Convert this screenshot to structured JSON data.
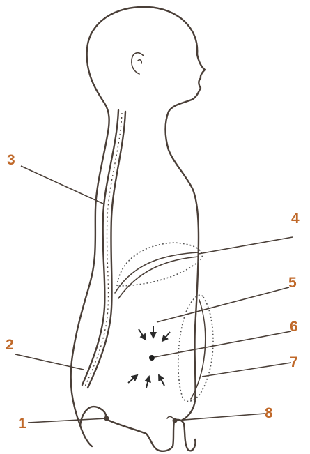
{
  "labels": {
    "l1": "1",
    "l2": "2",
    "l3": "3",
    "l4": "4",
    "l5": "5",
    "l6": "6",
    "l7": "7",
    "l8": "8"
  },
  "colors": {
    "label": "#c0692a",
    "outline": "#4a3f38"
  }
}
